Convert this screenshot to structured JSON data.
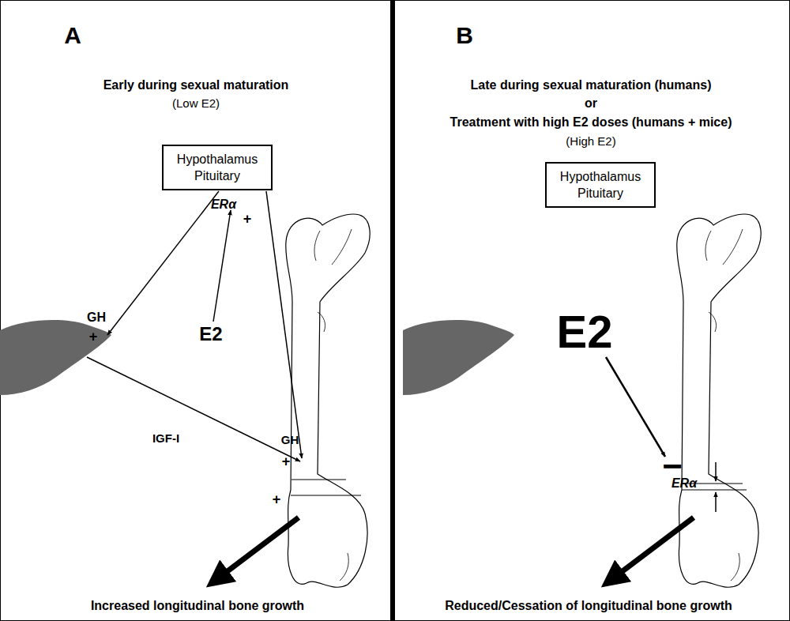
{
  "diagram": {
    "nodes": [
      {
        "text": [
          "Hypothalamus Pituitary"
        ]
      },
      {
        "text": [
          "Hypothalamus Pituitary"
        ]
      }
    ],
    "labels": [
      "A",
      "Early during sexual maturation",
      "(Low E2)",
      "ERα",
      "+",
      "GH",
      "+",
      "E2",
      "IGF-I",
      "GH",
      "+",
      "+",
      "Increased longitudinal bone growth",
      "B",
      "Late during sexual maturation (humans)",
      "or",
      "Treatment with high E2 doses (humans + mice)",
      "(High E2)",
      "E2",
      "−",
      "ERα",
      "Reduced/Cessation of longitudinal bone growth"
    ]
  }
}
